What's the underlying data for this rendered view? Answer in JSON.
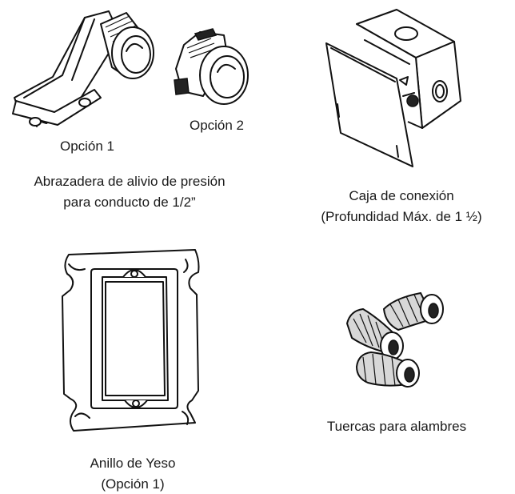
{
  "items": {
    "clamp_option1": {
      "label": "Opción 1",
      "icon": "conduit-clamp-elbow-icon"
    },
    "clamp_option2": {
      "label": "Opción 2",
      "icon": "conduit-clamp-straight-icon"
    },
    "clamp_caption": {
      "line1": "Abrazadera de alivio de presión",
      "line2": "para conducto de 1/2”"
    },
    "junction_box": {
      "line1": "Caja de conexión",
      "line2": "(Profundidad Máx. de 1 ½)",
      "icon": "junction-box-icon"
    },
    "plaster_ring": {
      "line1": "Anillo de Yeso",
      "line2": "(Opción 1)",
      "icon": "plaster-ring-icon"
    },
    "wire_nuts": {
      "label": "Tuercas para alambres",
      "icon": "wire-nuts-icon"
    }
  }
}
